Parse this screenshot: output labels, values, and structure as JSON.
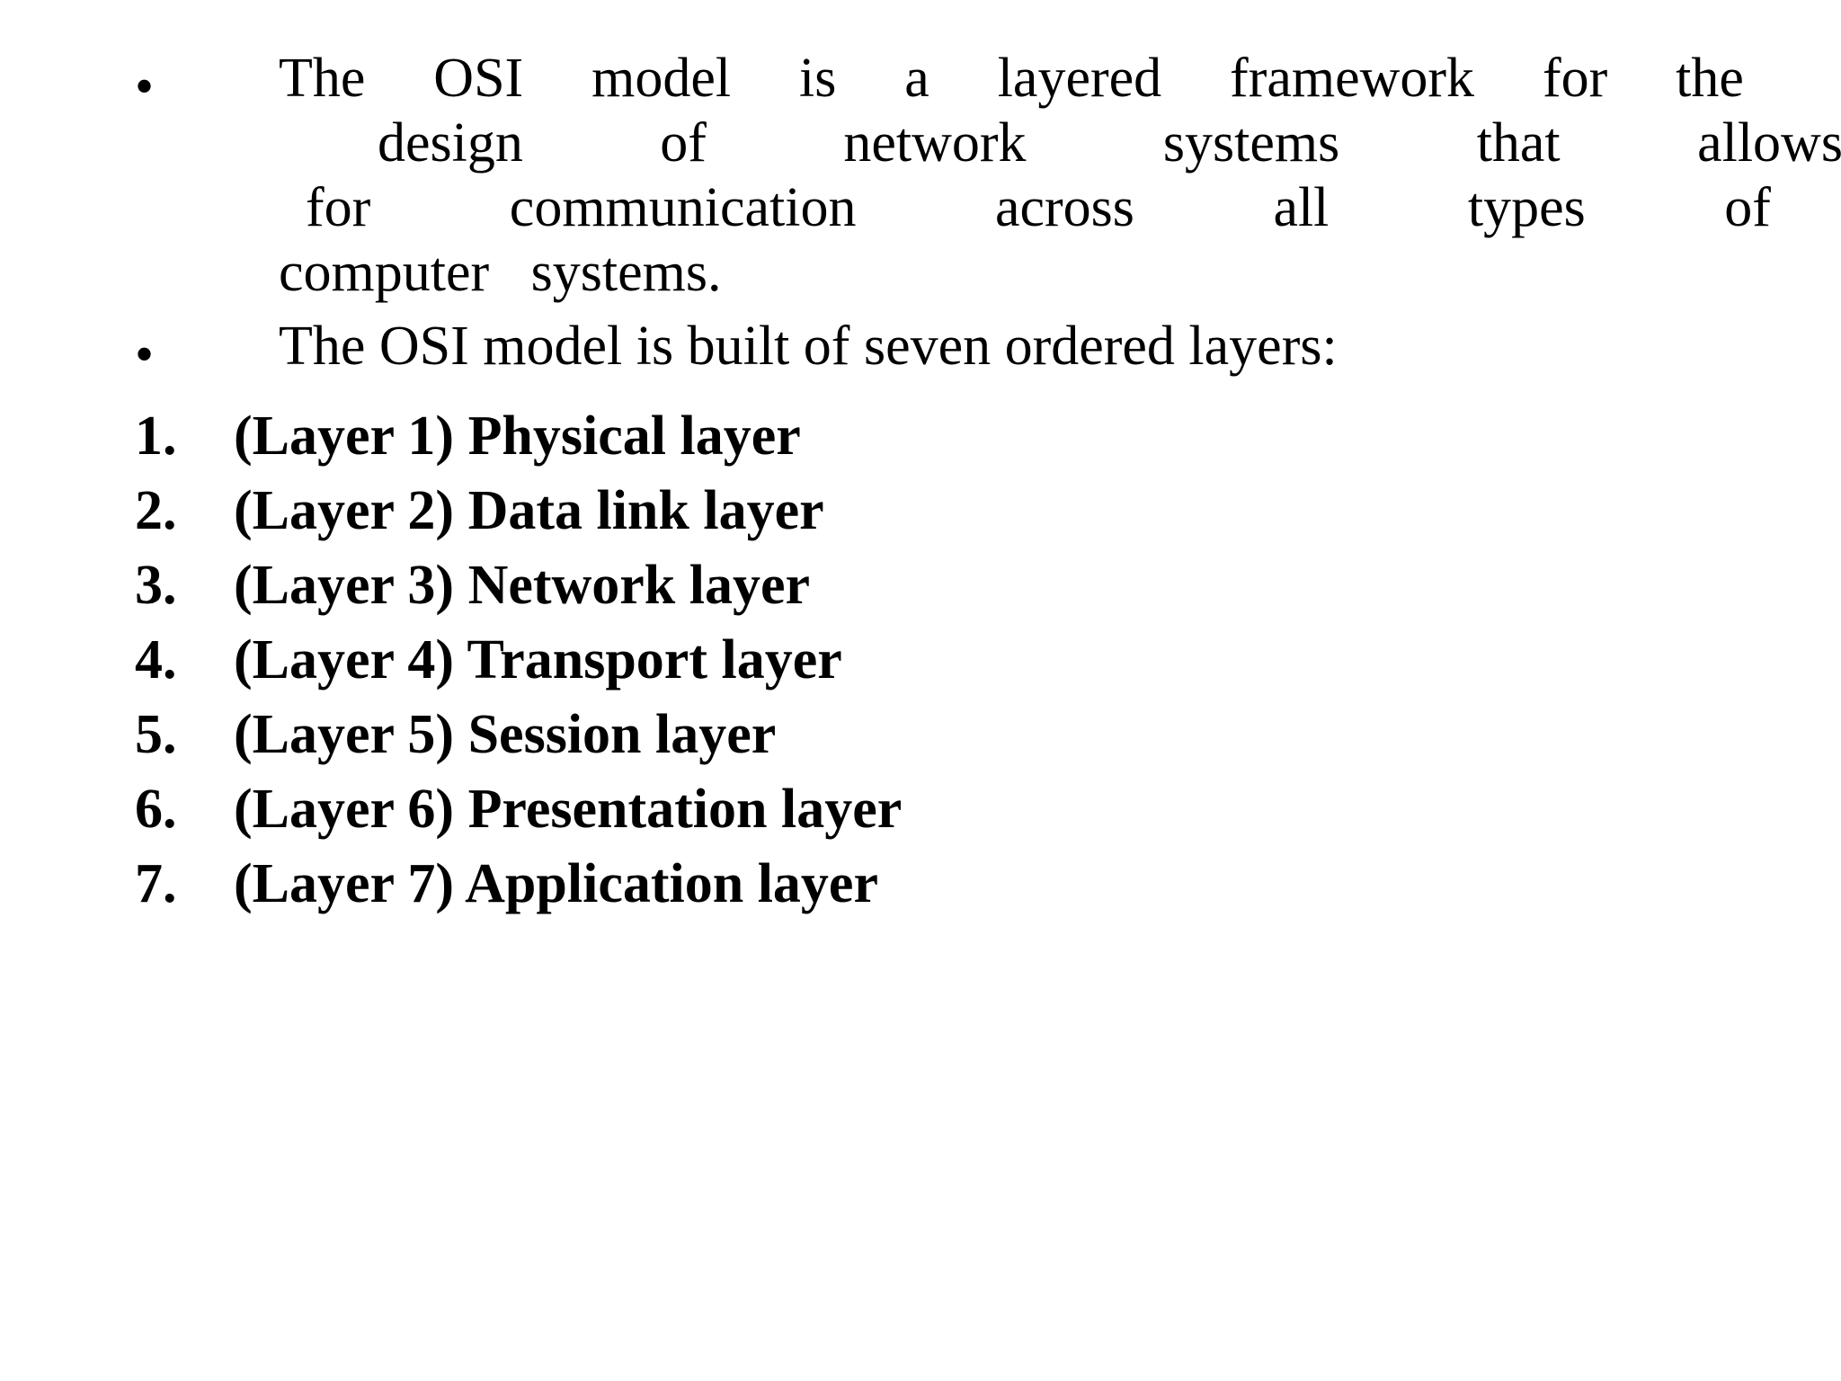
{
  "slide": {
    "background_color": "#ffffff",
    "text_color": "#000000"
  },
  "bullets": [
    {
      "marker": "•",
      "text": "The OSI model is a layered framework for the design of  network systems that allows for communication across  all types of computer    systems.",
      "lines": [
        [
          "The",
          "OSI",
          "model",
          "is",
          "a",
          "layered",
          "framework",
          "for",
          "the"
        ],
        [
          "design",
          "of",
          " ",
          "network",
          "systems",
          "that",
          "allows"
        ],
        [
          "for",
          "communication",
          "across",
          " ",
          "all",
          "types",
          "of"
        ],
        [
          "computer",
          "   ",
          "systems."
        ]
      ]
    },
    {
      "marker": "•",
      "text": "The OSI model is built of seven ordered layers:"
    }
  ],
  "numbered_list": [
    {
      "number": "1.",
      "label": "(Layer 1) Physical layer"
    },
    {
      "number": "2.",
      "label": "(Layer 2) Data link layer"
    },
    {
      "number": "3.",
      "label": "(Layer 3) Network layer"
    },
    {
      "number": "4.",
      "label": "(Layer 4) Transport layer"
    },
    {
      "number": "5.",
      "label": "(Layer 5) Session layer"
    },
    {
      "number": "6.",
      "label": "(Layer 6) Presentation layer"
    },
    {
      "number": "7.",
      "label": "(Layer 7) Application layer"
    }
  ]
}
